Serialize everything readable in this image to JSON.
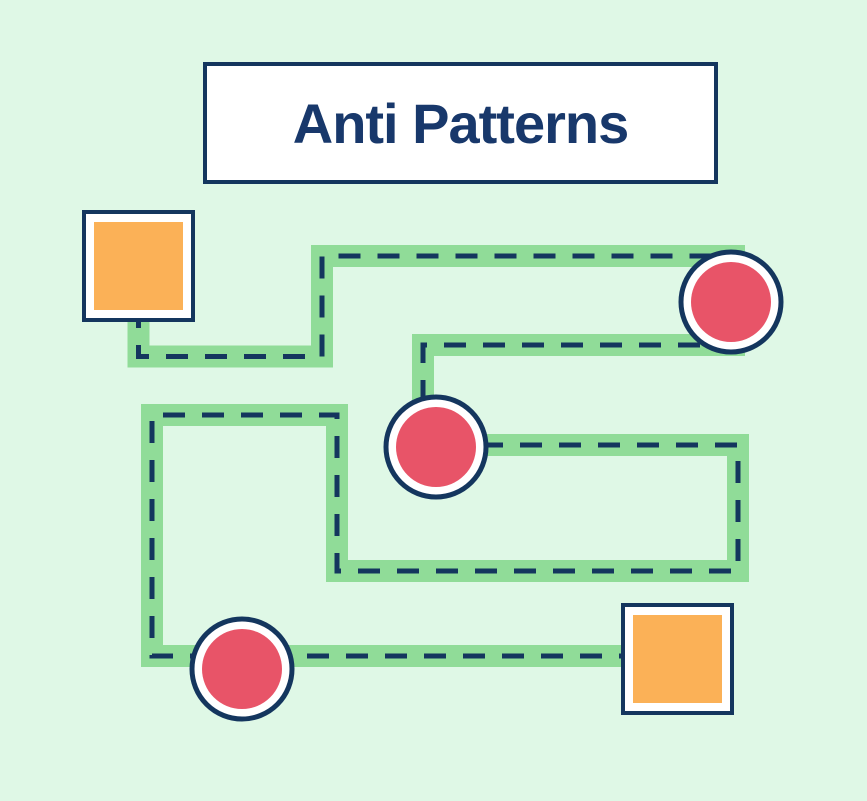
{
  "title": {
    "text": "Anti Patterns"
  },
  "palette": {
    "background": "#dff8e6",
    "path_band_green": "#90dc98",
    "navy": "#14365e",
    "title_text_navy": "#18386b",
    "circle_red": "#e85468",
    "square_orange": "#fbb157",
    "node_white": "#ffffff"
  },
  "diagram": {
    "description": "Winding dashed route illustrating anti patterns",
    "path_style": {
      "band": "thick solid green",
      "centerline": "dashed navy"
    },
    "nodes": [
      {
        "id": "square-top-left",
        "type": "square",
        "fill": "orange"
      },
      {
        "id": "circle-top-right",
        "type": "circle",
        "fill": "red"
      },
      {
        "id": "circle-middle",
        "type": "circle",
        "fill": "red"
      },
      {
        "id": "circle-bottom-left",
        "type": "circle",
        "fill": "red"
      },
      {
        "id": "square-bottom-right",
        "type": "square",
        "fill": "orange"
      }
    ]
  }
}
